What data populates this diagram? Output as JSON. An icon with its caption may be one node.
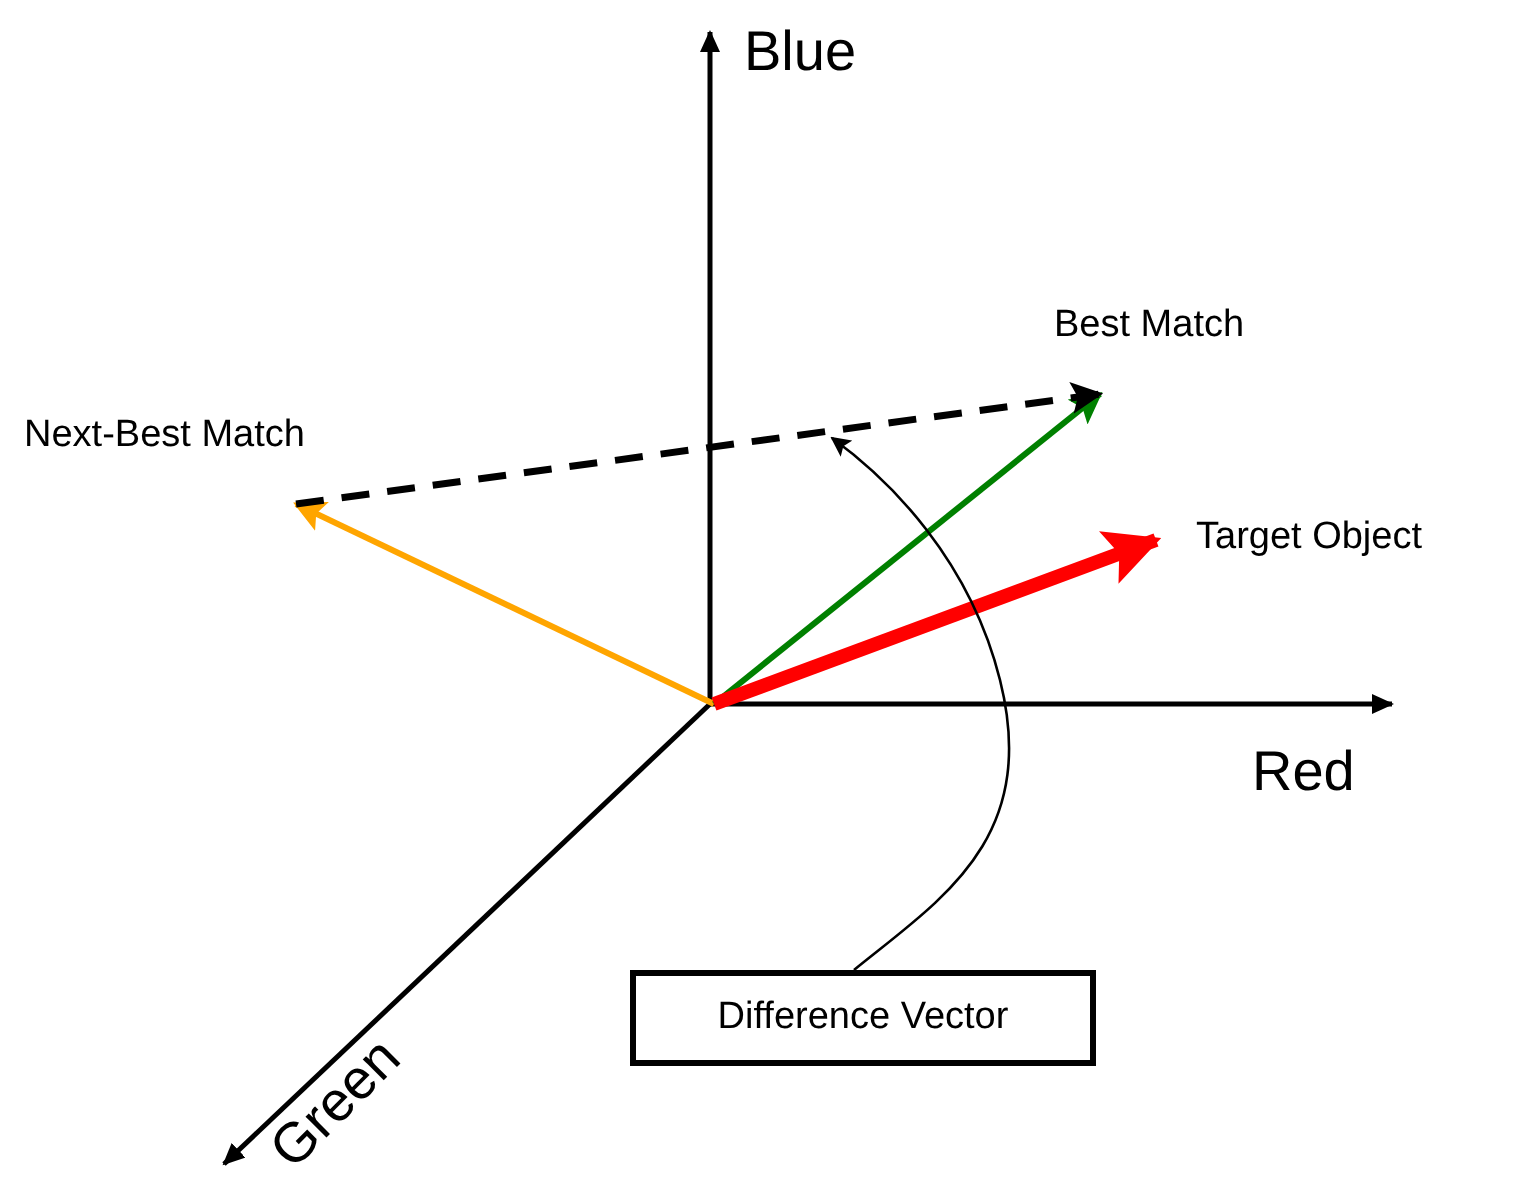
{
  "diagram": {
    "nodes": [
      {
        "text": [
          "Next-Best Match"
        ]
      },
      {
        "text": [
          "Best Match"
        ]
      },
      {
        "text": [
          "Target Object"
        ]
      },
      {
        "text": [
          "Difference Vector"
        ]
      }
    ],
    "edges": [
      {
        "from": null,
        "to": 0,
        "arrow": "to",
        "color": "#ffa500"
      },
      {
        "from": null,
        "to": 1,
        "arrow": "to",
        "color": "#008000"
      },
      {
        "from": null,
        "to": 2,
        "arrow": "to",
        "color": "#ff0000",
        "style": "thick"
      },
      {
        "from": 0,
        "to": 1,
        "arrow": "to",
        "style": "dashed"
      },
      {
        "from": 3,
        "to": null,
        "arrow": "to"
      }
    ],
    "labels": [
      "Blue",
      "Red",
      "Green"
    ]
  }
}
